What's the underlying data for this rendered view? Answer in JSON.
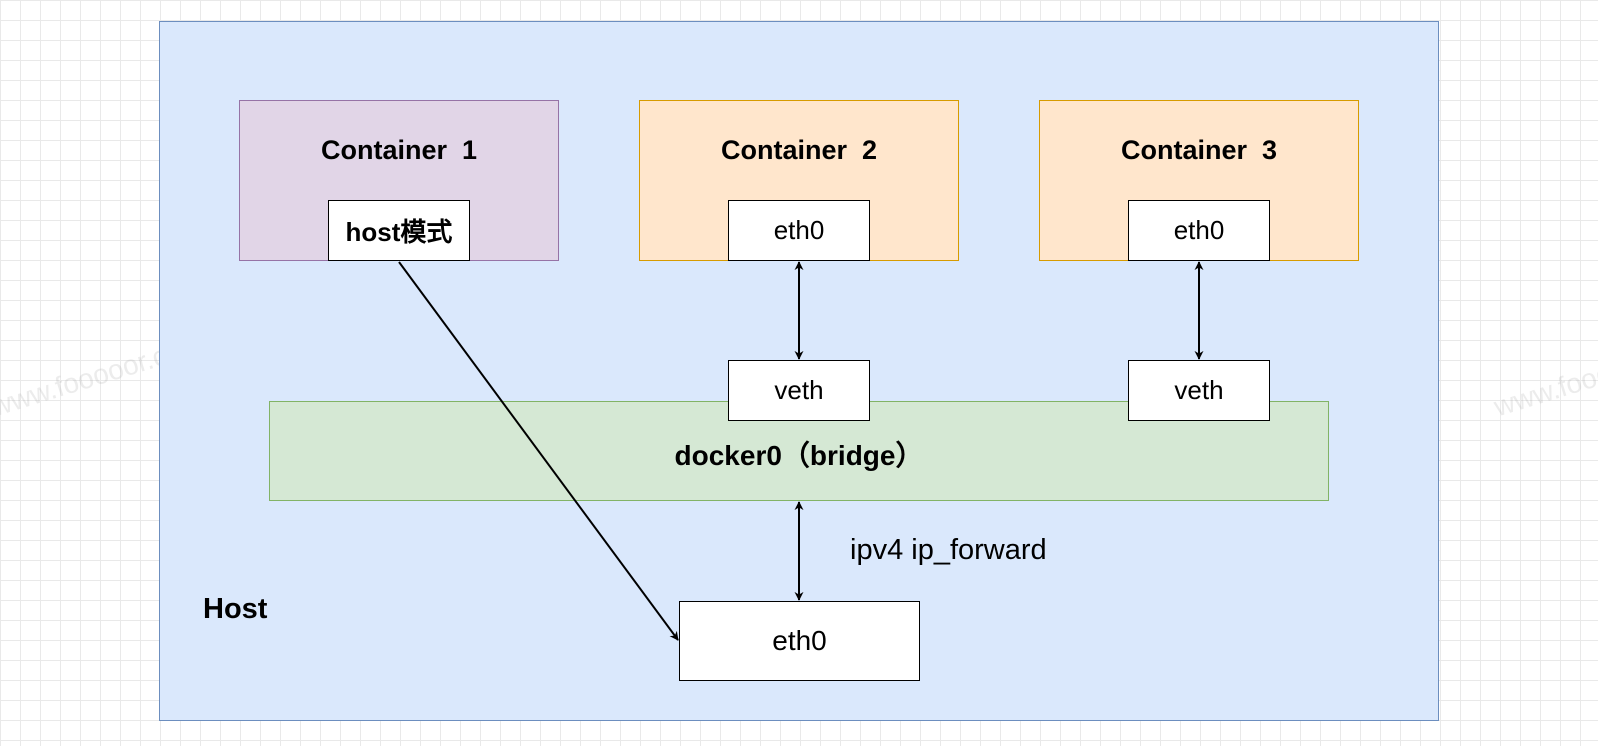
{
  "diagram": {
    "host_label": "Host",
    "containers": [
      {
        "title": "Container  1",
        "interface": "host模式",
        "bold_interface": true
      },
      {
        "title": "Container  2",
        "interface": "eth0",
        "bold_interface": false
      },
      {
        "title": "Container  3",
        "interface": "eth0",
        "bold_interface": false
      }
    ],
    "veth_labels": [
      "veth",
      "veth"
    ],
    "bridge_label": "docker0（bridge）",
    "forward_label": "ipv4 ip_forward",
    "host_interface": "eth0",
    "watermark_text": "www.fooooor.com"
  },
  "colors": {
    "host_fill": "#dae8fc",
    "host_stroke": "#6c8ebf",
    "container1_fill": "#e1d5e7",
    "container1_stroke": "#9673a6",
    "container_fill": "#ffe6cc",
    "container_stroke": "#d79b00",
    "bridge_fill": "#d5e8d4",
    "bridge_stroke": "#82b366"
  }
}
